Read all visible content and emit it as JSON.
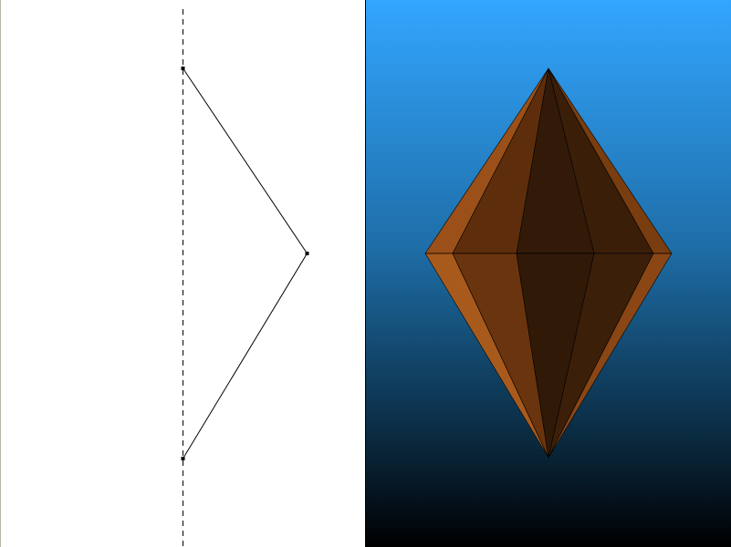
{
  "editor": {
    "profile_points": 3,
    "line_color": "#000000",
    "axis_style": "dashed"
  },
  "viewport": {
    "background_top_color": "#33a6ff",
    "background_bottom_color": "#000000",
    "mesh_color": "#7a3d10",
    "mesh_shape": "bipyramid"
  },
  "icons": {
    "profile_node": "square-handle"
  }
}
